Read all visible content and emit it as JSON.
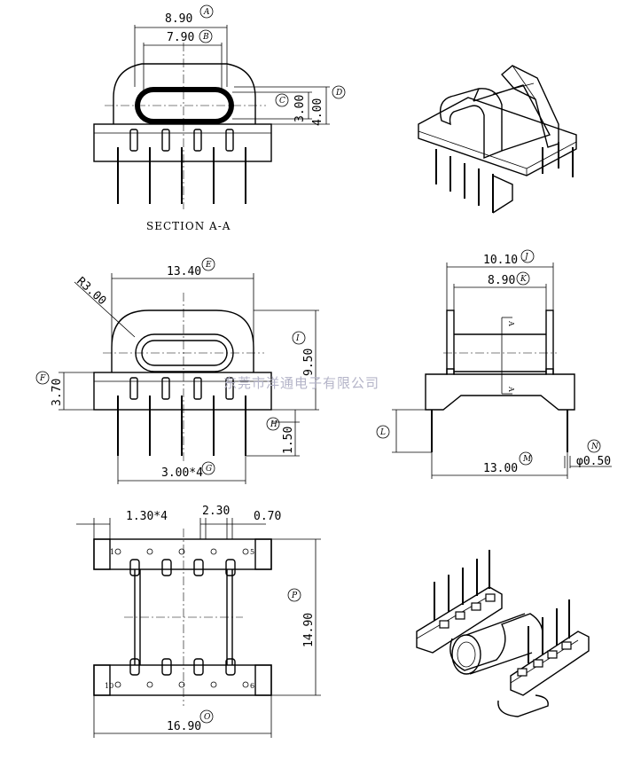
{
  "section_title": "SECTION A-A",
  "watermark": "东莞市洋通电子有限公司",
  "dimensions": {
    "A": "8.90",
    "B": "7.90",
    "C": "3.00",
    "D": "4.00",
    "E": "13.40",
    "R": "R3.00",
    "F": "3.70",
    "I": "9.50",
    "H": "1.50",
    "G": "3.00*4",
    "J": "10.10",
    "K": "8.90",
    "M": "13.00",
    "N": "φ0.50",
    "pitch": "1.30*4",
    "gap": "2.30",
    "slot": "0.70",
    "P": "14.90",
    "O": "16.90"
  },
  "callouts": {
    "A": "A",
    "B": "B",
    "C": "C",
    "D": "D",
    "E": "E",
    "F": "F",
    "G": "G",
    "H": "H",
    "I": "I",
    "J": "J",
    "K": "K",
    "L": "L",
    "M": "M",
    "N": "N",
    "O": "O",
    "P": "P"
  },
  "section_marks": {
    "top": "A",
    "bottom": "A"
  },
  "pin_numbers": {
    "p1": "1",
    "p5": "5",
    "p6": "6",
    "p10": "10"
  }
}
